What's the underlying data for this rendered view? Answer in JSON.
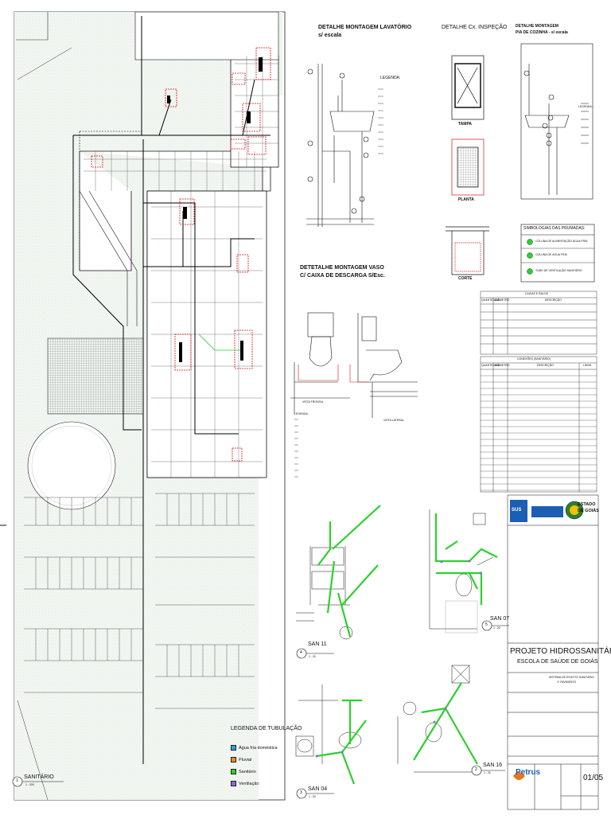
{
  "sheet": {
    "colors": {
      "agua_fria": "#2aa3d6",
      "pluvial": "#f08a1c",
      "sanitario": "#2bd12b",
      "ventilacao": "#8a6bd6",
      "red_box": "#e01010",
      "ink": "#111111",
      "site_green": "#eef4ee"
    },
    "details": {
      "lavatorio_title": "DETALHE MONTAGEM LAVATÓRIO",
      "lavatorio_scale": "s/ escala",
      "lavatorio_legend_title": "LEGENDA:",
      "inspecao_title": "DETALHE Cx. INSPEÇÃO",
      "tampa": "TAMPA",
      "planta": "PLANTA",
      "corte": "CORTE",
      "pia_title_1": "DETALHE MONTAGEM",
      "pia_title_2": "PIA DE COZINHA - s/ escala",
      "legenda": "LEGENDA:",
      "vaso_title_1": "DETETALHE MONTAGEM  VASO",
      "vaso_title_2": "C/ CAIXA DE DESCARGA S/Esc.",
      "vista_frontal": "VISTA FRONTAL",
      "vista_lateral": "VISTA LATERAL"
    },
    "prumadas": {
      "title": "SIMBOLOGIAS DAS PRUMADAS:",
      "items": [
        "COLUNA DE ALIMENTAÇÃO ÁGUA FRIA",
        "COLUNA DE ÁGUA FRIA",
        "TUBO DE VENTILAÇÃO SANITÁRIO"
      ]
    },
    "tables": {
      "caixas_title": "CAIXAS E RALOS",
      "caixas_headers": [
        "QUANTIDADE",
        "DIÂMETRO",
        "DESCRIÇÃO"
      ],
      "conexoes_title": "CONEXÕES (SANITÁRIO)",
      "conexoes_headers": [
        "QUANTIDADE",
        "DIÂMETRO",
        "DESCRIÇÃO",
        "LINHA"
      ]
    },
    "legend": {
      "title": "LEGENDA DE TUBULAÇÃO",
      "items": [
        {
          "label": "Água fria doméstica",
          "color": "#2aa3d6"
        },
        {
          "label": "Pluvial",
          "color": "#f08a1c"
        },
        {
          "label": "Sanitário",
          "color": "#2bd12b"
        },
        {
          "label": "Ventilação",
          "color": "#8a6bd6"
        }
      ]
    },
    "views": {
      "sanitario": {
        "num": "1",
        "name": "SANITÁRIO",
        "scale": "1 : 200"
      },
      "san11": {
        "num": "4",
        "name": "SAN 11",
        "scale": "1 : 20"
      },
      "san07": {
        "num": "5",
        "name": "SAN 07",
        "scale": "1 : 20"
      },
      "san04": {
        "num": "3",
        "name": "SAN 04",
        "scale": "1 : 20"
      },
      "san16": {
        "num": "2",
        "name": "SAN 16",
        "scale": "1 : 20"
      }
    },
    "title_block": {
      "project": "PROJETO HIDROSSANITÁRIO",
      "school": "ESCOLA DE SAÚDE DE GOIÁS",
      "logo_right_1": "ESTADO",
      "logo_right_2": "DE GOIÁS",
      "logo_left": "SUS",
      "company": "Petrus",
      "sheet_number": "01/05",
      "sub1": "SISTEMA DE ESGOTO SANITÁRIO",
      "sub2": "1º PAVIMENTO"
    }
  }
}
